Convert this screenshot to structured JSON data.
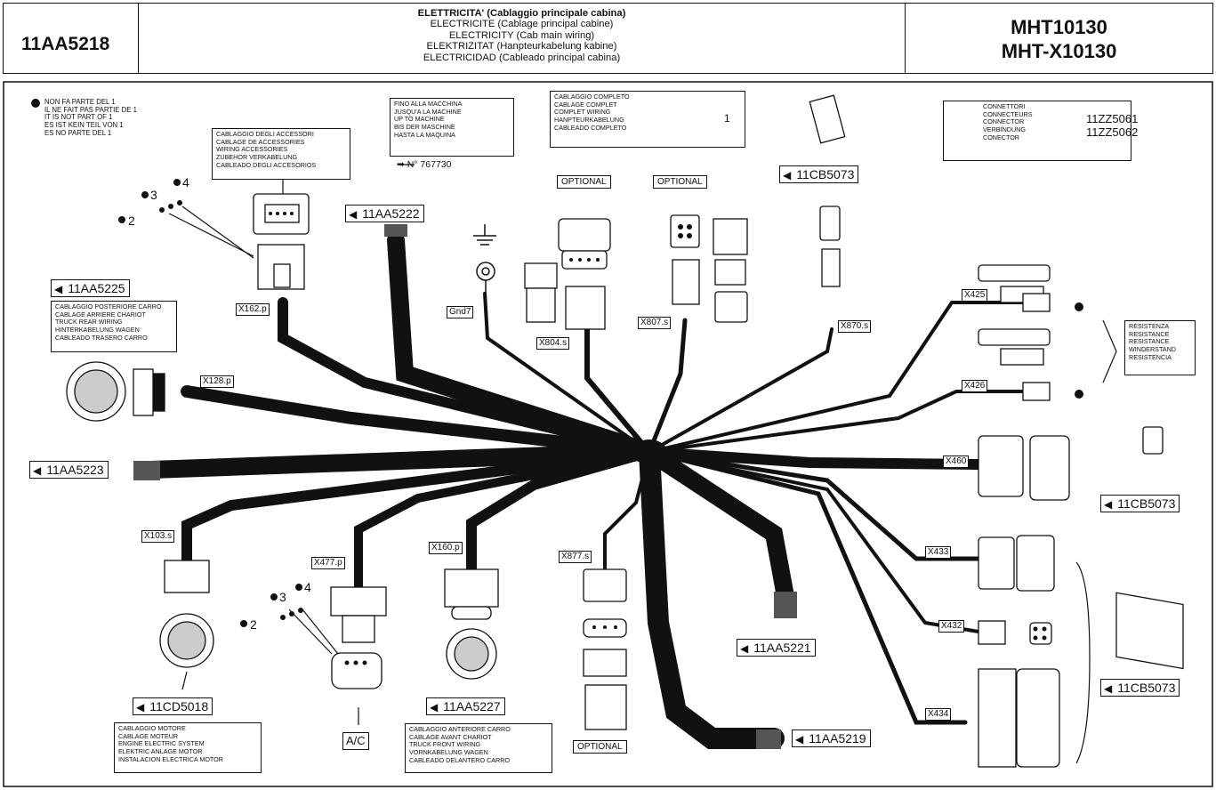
{
  "header": {
    "part_code": "11AA5218",
    "titles": [
      "ELETTRICITA' (Cablaggio principale cabina)",
      "ELECTRICITE (Cablage principal cabine)",
      "ELECTRICITY (Cab main wiring)",
      "ELEKTRIZITAT (Hanpteurkabelung kabine)",
      "ELECTRICIDAD (Cableado principal cabina)"
    ],
    "models": [
      "MHT10130",
      "MHT-X10130"
    ]
  },
  "notes": {
    "not_part": [
      "NON FA PARTE DEL 1",
      "IL NE FAIT PAS PARTIE DE 1",
      "IT IS NOT PART OF 1",
      "ES IST KEIN TEIL VON 1",
      "ES NO PARTE DEL 1"
    ],
    "accessories": [
      "CABLAGGIO DEGLI ACCESSORI",
      "CABLAGE DE ACCESSORIES",
      "WIRING ACCESSORIES",
      "ZUBEHOR VERKABELUNG",
      "CABLEADO DEGLI ACCESORIOS"
    ],
    "machine": [
      "FINO ALLA MACCHINA",
      "JUSQU'A LA MACHINE",
      "UP TO MACHINE",
      "BIS DER MASCHINE",
      "HASTA LA MAQUINA"
    ],
    "serial": "N° 767730",
    "complete": [
      "CABLAGGIO COMPLETO",
      "CABLAGE COMPLET",
      "COMPLET WIRING",
      "HANPTEURKABELUNG",
      "CABLEADO COMPLETO"
    ],
    "complete_ref": "1",
    "connectors": [
      "CONNETTORI",
      "CONNECTEURS",
      "CONNECTOR",
      "VERBINDUNG",
      "CONECTOR"
    ],
    "connector_refs": [
      "11ZZ5061",
      "11ZZ5062"
    ],
    "truck_rear": [
      "CABLAGGIO POSTERIORE CARRO",
      "CABLAGE ARRIERE CHARIOT",
      "TRUCK REAR WIRING",
      "HINTERKABELUNG WAGEN",
      "CABLEADO TRASERO CARRO"
    ],
    "resistance": [
      "RESISTENZA",
      "RESISTANCE",
      "RESISTANCE",
      "WINDERSTAND",
      "RESISTENCIA"
    ],
    "engine": [
      "CABLAGGIO MOTORE",
      "CABLAGE MOTEUR",
      "ENGINE ELECTRIC SYSTEM",
      "ELEKTRIC ANLAGE MOTOR",
      "INSTALACION ELECTRICA MOTOR"
    ],
    "truck_front": [
      "CABLAGGIO ANTERIORE CARRO",
      "CABLAGE AVANT CHARIOT",
      "TRUCK FRONT WIRING",
      "VORNKABELUNG WAGEN",
      "CABLEADO DELANTERO CARRO"
    ]
  },
  "refs": {
    "cb5073_top": "11CB5073",
    "aa5222": "11AA5222",
    "aa5225": "11AA5225",
    "aa5223": "11AA5223",
    "cb5073_mid": "11CB5073",
    "cb5073_bot": "11CB5073",
    "aa5221": "11AA5221",
    "aa5219": "11AA5219",
    "cd5018": "11CD5018",
    "aa5227": "11AA5227"
  },
  "connectors": {
    "x162": "X162.p",
    "gnd7": "Gnd7",
    "x804": "X804.s",
    "x807": "X807.s",
    "x870": "X870.s",
    "x128": "X128.p",
    "x425": "X425",
    "x426": "X426",
    "x460": "X460",
    "x103": "X103.s",
    "x477": "X477.p",
    "x160": "X160.p",
    "x877": "X877.s",
    "x433": "X433",
    "x432": "X432",
    "x434": "X434"
  },
  "optional_labels": [
    "OPTIONAL",
    "OPTIONAL",
    "OPTIONAL"
  ],
  "callouts": {
    "n2a": "2",
    "n3a": "3",
    "n4a": "4",
    "n2b": "2",
    "n3b": "3",
    "n4b": "4",
    "ac": "A/C"
  }
}
